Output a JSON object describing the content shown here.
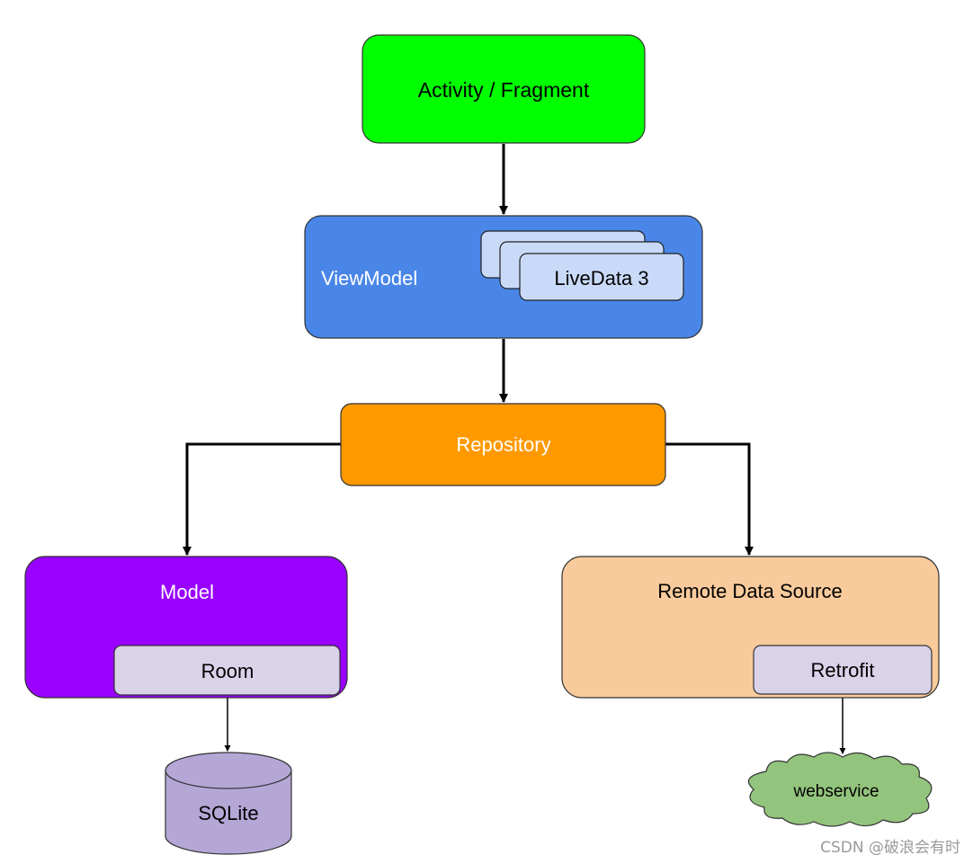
{
  "nodes": {
    "activity_fragment": {
      "label": "Activity / Fragment",
      "fill": "#00ff00"
    },
    "viewmodel": {
      "label": "ViewModel",
      "fill": "#4a86e8"
    },
    "livedata": {
      "label": "LiveData 3",
      "fill": "#c9daf8"
    },
    "repository": {
      "label": "Repository",
      "fill": "#ff9900"
    },
    "model": {
      "label": "Model",
      "fill": "#9900ff"
    },
    "room": {
      "label": "Room",
      "fill": "#d9d2e9"
    },
    "sqlite": {
      "label": "SQLite",
      "fill": "#b4a7d6"
    },
    "remote_data_source": {
      "label": "Remote Data Source",
      "fill": "#f9cb9c"
    },
    "retrofit": {
      "label": "Retrofit",
      "fill": "#d9d2e9"
    },
    "webservice": {
      "label": "webservice",
      "fill": "#93c47d"
    }
  },
  "edges": [
    {
      "from": "activity_fragment",
      "to": "viewmodel"
    },
    {
      "from": "viewmodel",
      "to": "repository"
    },
    {
      "from": "repository",
      "to": "model"
    },
    {
      "from": "repository",
      "to": "remote_data_source"
    },
    {
      "from": "room",
      "to": "sqlite"
    },
    {
      "from": "retrofit",
      "to": "webservice"
    }
  ],
  "watermark": "CSDN @破浪会有时"
}
